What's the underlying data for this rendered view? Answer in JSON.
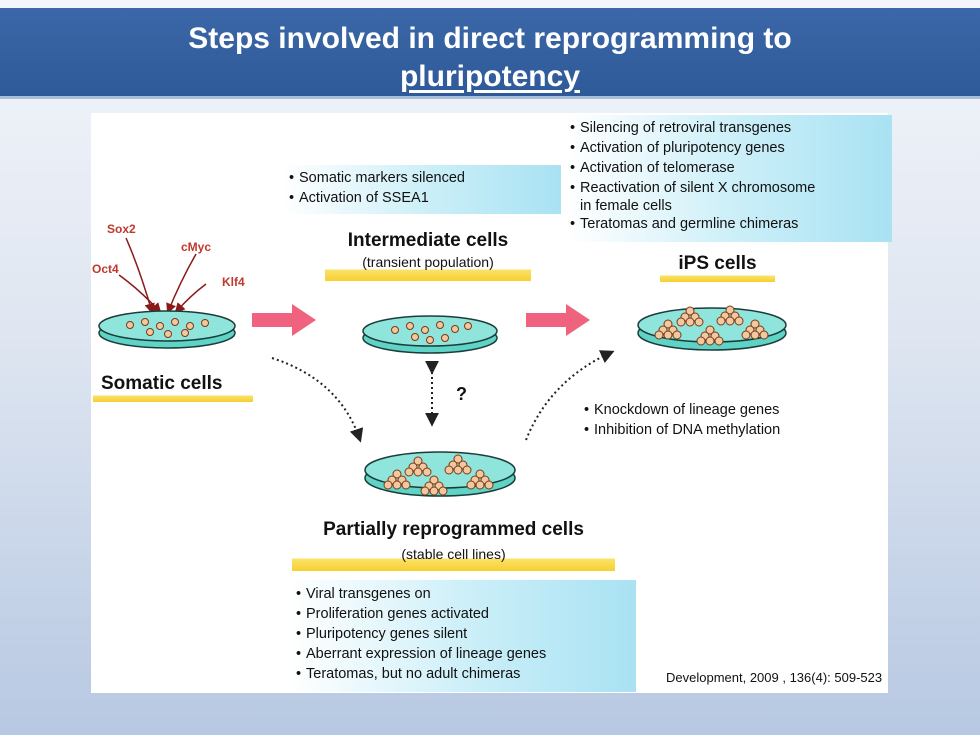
{
  "title": {
    "line1": "Steps involved in direct reprogramming to",
    "line2": "pluripotency"
  },
  "factors": {
    "sox2": "Sox2",
    "cmyc": "cMyc",
    "oct4": "Oct4",
    "klf4": "Klf4"
  },
  "somatic": {
    "label": "Somatic cells"
  },
  "intermediate": {
    "notes": [
      "Somatic markers silenced",
      "Activation of SSEA1"
    ],
    "label": "Intermediate cells",
    "sublabel": "(transient population)"
  },
  "ips": {
    "notes": [
      "Silencing of retroviral transgenes",
      "Activation of pluripotency genes",
      "Activation of telomerase",
      "Reactivation of silent X chromosome",
      "Teratomas and germline chimeras"
    ],
    "note_continuation": "in female cells",
    "label": "iPS cells"
  },
  "question_mark": "?",
  "treatments": [
    "Knockdown of lineage genes",
    "Inhibition of DNA methylation"
  ],
  "partial": {
    "label": "Partially reprogrammed cells",
    "sublabel": "(stable cell lines)",
    "notes": [
      "Viral transgenes on",
      "Proliferation genes activated",
      "Pluripotency genes silent",
      "Aberrant expression of lineage genes",
      "Teratomas, but no adult chimeras"
    ]
  },
  "citation": "Development, 2009 , 136(4): 509-523",
  "colors": {
    "title_bar": "#2f5a99",
    "dish_fill": "#5fd3c6",
    "arrow_pink": "#f0637f",
    "factor_red": "#c0392b",
    "label_yellow": "#f7cf2f"
  }
}
